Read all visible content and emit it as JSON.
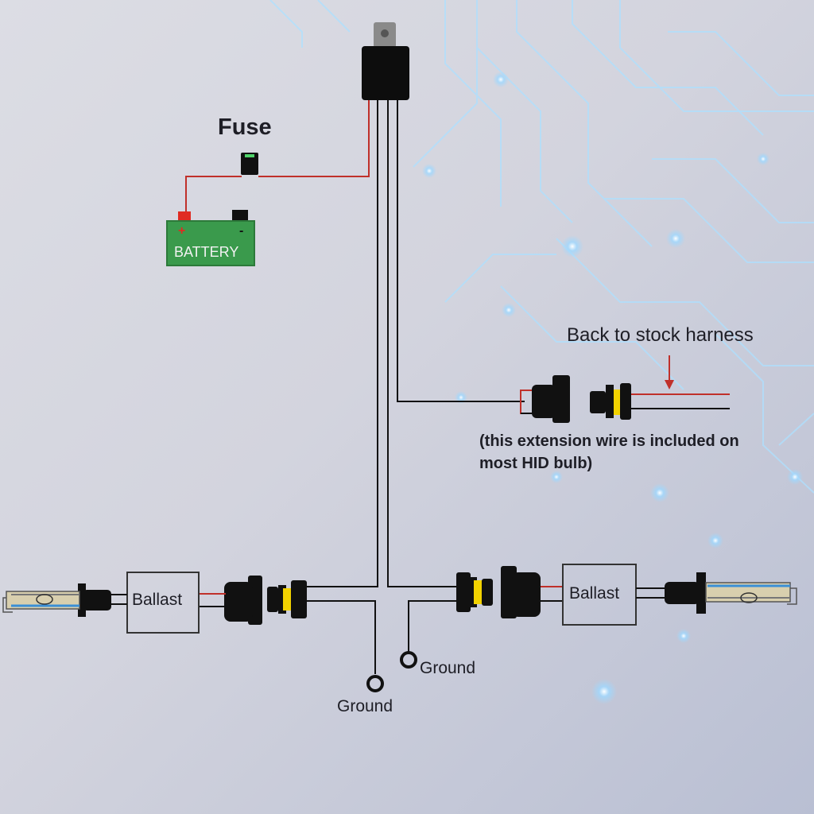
{
  "diagram": {
    "fuse_label": "Fuse",
    "battery_label": "BATTERY",
    "battery_plus": "+",
    "battery_minus": "-",
    "harness_label": "Back to stock harness",
    "extension_note_line1": "(this extension wire is included on",
    "extension_note_line2": "most HID bulb)",
    "ballast_left": "Ballast",
    "ballast_right": "Ballast",
    "ground_left": "Ground",
    "ground_right": "Ground"
  },
  "colors": {
    "wire_black": "#111111",
    "wire_red": "#c0302a",
    "connector_seal_yellow": "#f2d200",
    "battery_green": "#3a9a4c",
    "bulb_blue": "#3a8fd6",
    "circuit_glow": "#9fd8ff"
  }
}
